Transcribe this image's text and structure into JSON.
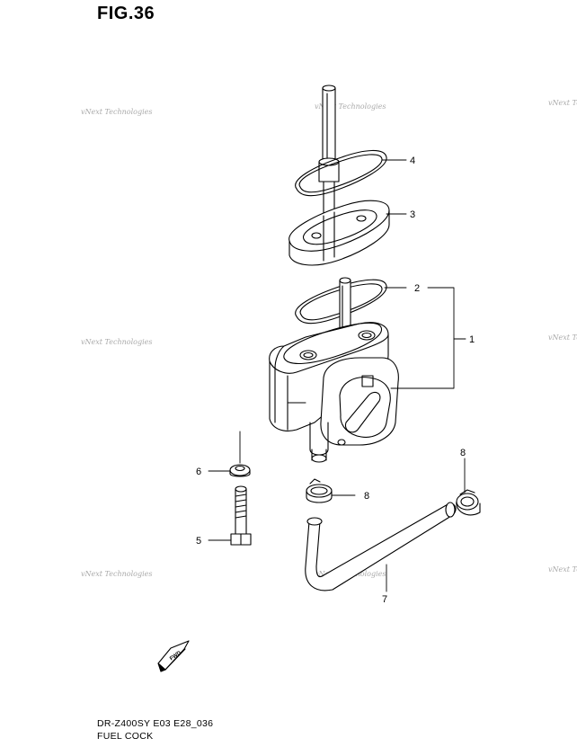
{
  "figure_title": "FIG.36",
  "callouts": [
    {
      "id": "c4",
      "label": "4"
    },
    {
      "id": "c3",
      "label": "3"
    },
    {
      "id": "c2",
      "label": "2"
    },
    {
      "id": "c1",
      "label": "1"
    },
    {
      "id": "c6",
      "label": "6"
    },
    {
      "id": "c8a",
      "label": "8"
    },
    {
      "id": "c8b",
      "label": "8"
    },
    {
      "id": "c5",
      "label": "5"
    },
    {
      "id": "c7",
      "label": "7"
    }
  ],
  "watermark_text": "vNext Technologies",
  "fwd_label": "FWD",
  "footer": {
    "model_code": "DR-Z400SY E03 E28_036",
    "part_name": "FUEL COCK"
  },
  "colors": {
    "line": "#000000",
    "watermark": "#aaaaaa",
    "background": "#ffffff"
  }
}
